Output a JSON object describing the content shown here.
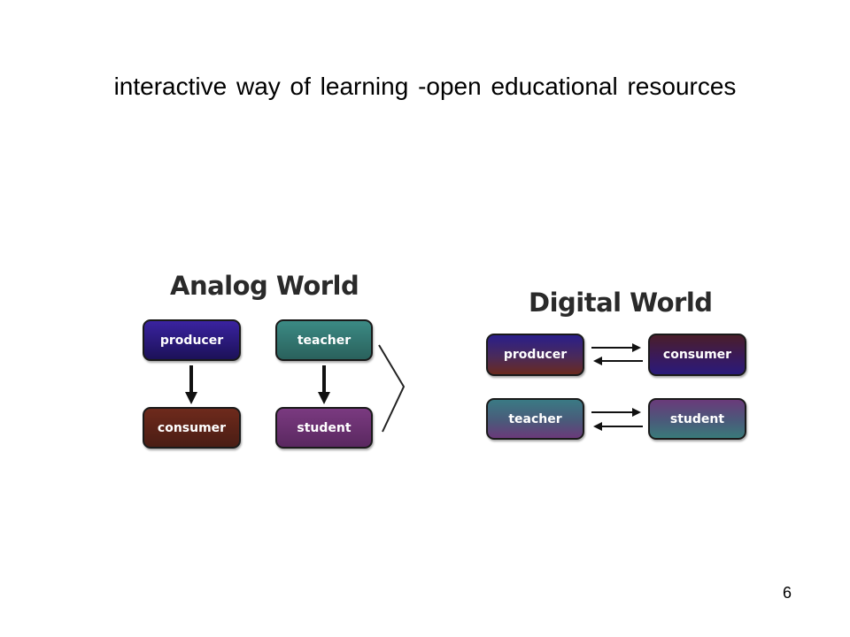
{
  "slide": {
    "title": "interactive way of learning -open educational resources",
    "page_number": "6"
  },
  "analog": {
    "heading": "Analog World",
    "producer": "producer",
    "teacher": "teacher",
    "consumer": "consumer",
    "student": "student"
  },
  "digital": {
    "heading": "Digital World",
    "producer": "producer",
    "consumer": "consumer",
    "teacher": "teacher",
    "student": "student"
  },
  "colors": {
    "producer": "#2a1a6e",
    "teacher": "#2f6f6a",
    "consumer": "#5a2418",
    "student": "#6a2f6e",
    "arrow": "#111111"
  }
}
